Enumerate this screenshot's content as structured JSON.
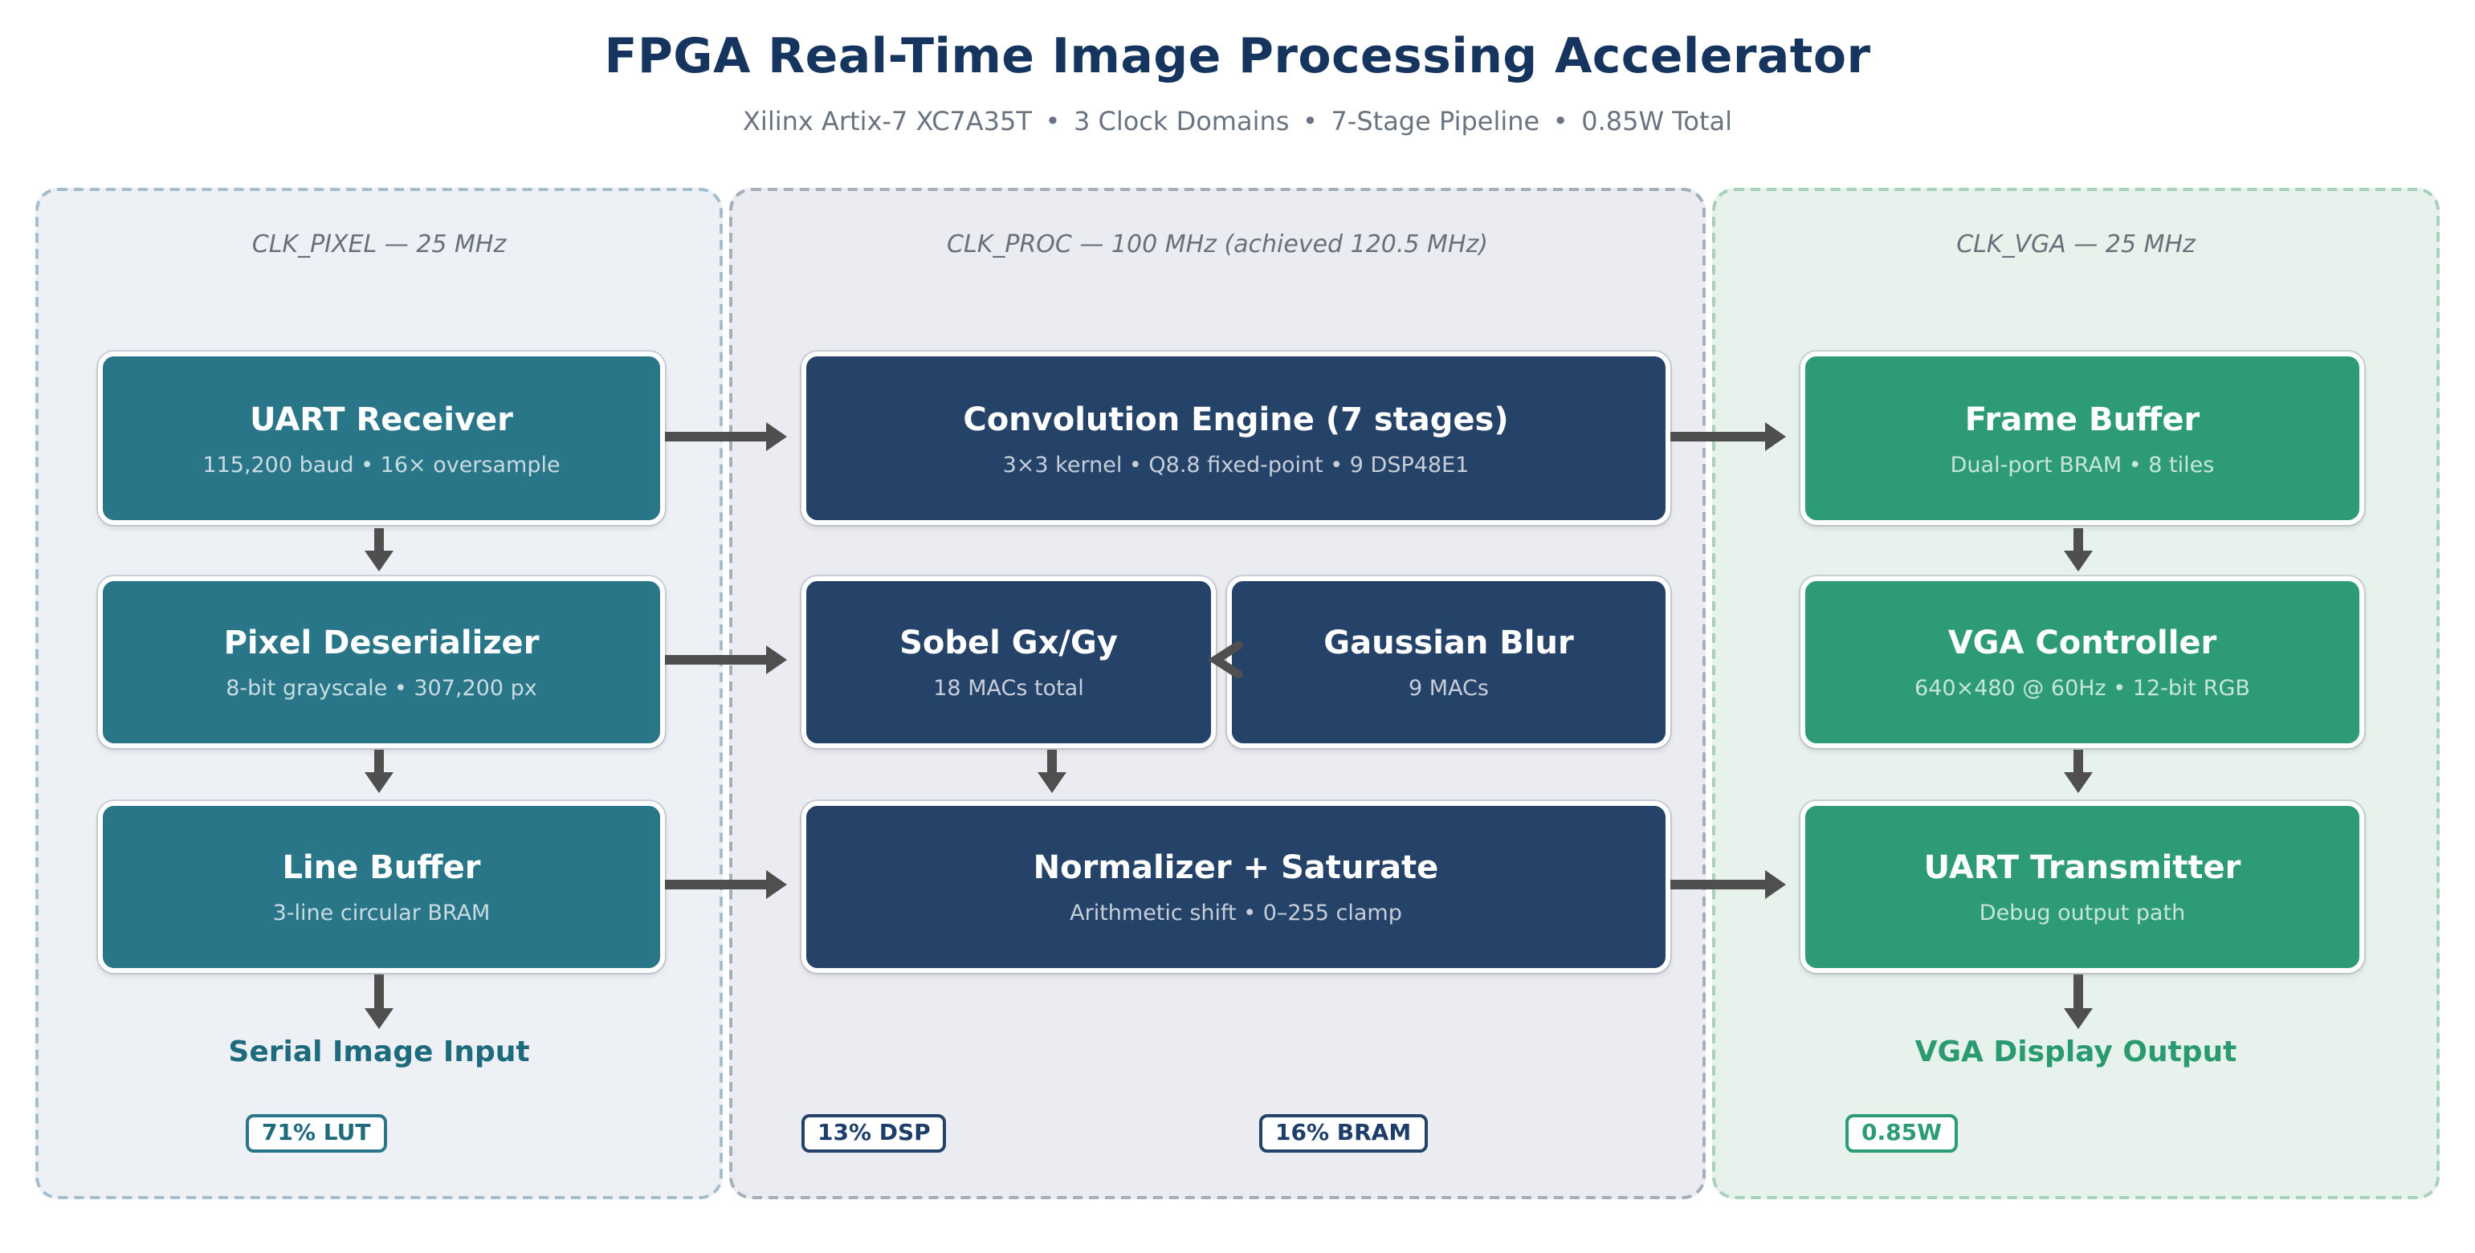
{
  "title": "FPGA Real-Time Image Processing Accelerator",
  "subtitle": "Xilinx Artix-7 XC7A35T  •  3 Clock Domains  •  7-Stage Pipeline  •  0.85W Total",
  "colors": {
    "title_text": "#16355e",
    "subtitle_text": "#6a7380",
    "panel_label": "#68707a",
    "teal_block": "#2a7689",
    "navy_block": "#254269",
    "green_block": "#2d9c76",
    "block_subtext": "rgba(255,255,255,0.74)",
    "arrow": "#4f4f4f",
    "panel_pixel_bg": "#edf1f5",
    "panel_pixel_border": "#a3bfcd",
    "panel_proc_bg": "#ebecf1",
    "panel_proc_border": "#a6adbb",
    "panel_vga_bg": "#e7f2ec",
    "panel_vga_border": "#a8d0bb",
    "io_teal": "#1d6b7c",
    "io_green": "#2a9a70",
    "badge_navy_text": "#1d3e6b"
  },
  "panels": [
    {
      "label": "CLK_PIXEL — 25 MHz",
      "blocks": [
        {
          "title": "UART Receiver",
          "subtitle": "115,200 baud • 16× oversample"
        },
        {
          "title": "Pixel Deserializer",
          "subtitle": "8-bit grayscale • 307,200 px"
        },
        {
          "title": "Line Buffer",
          "subtitle": "3-line circular BRAM"
        }
      ],
      "output_label": "Serial Image Input",
      "badges": [
        "71% LUT"
      ]
    },
    {
      "label": "CLK_PROC — 100 MHz (achieved 120.5 MHz)",
      "blocks": [
        {
          "title": "Convolution Engine (7 stages)",
          "subtitle": "3×3 kernel • Q8.8 fixed-point • 9 DSP48E1"
        },
        {
          "title": "Sobel Gx/Gy",
          "subtitle": "18 MACs total"
        },
        {
          "title": "Gaussian Blur",
          "subtitle": "9 MACs"
        },
        {
          "title": "Normalizer + Saturate",
          "subtitle": "Arithmetic shift • 0–255 clamp"
        }
      ],
      "badges": [
        "13% DSP",
        "16% BRAM"
      ]
    },
    {
      "label": "CLK_VGA — 25 MHz",
      "blocks": [
        {
          "title": "Frame Buffer",
          "subtitle": "Dual-port BRAM • 8 tiles"
        },
        {
          "title": "VGA Controller",
          "subtitle": "640×480 @ 60Hz • 12-bit RGB"
        },
        {
          "title": "UART Transmitter",
          "subtitle": "Debug output path"
        }
      ],
      "output_label": "VGA Display Output",
      "badges": [
        "0.85W"
      ]
    }
  ]
}
